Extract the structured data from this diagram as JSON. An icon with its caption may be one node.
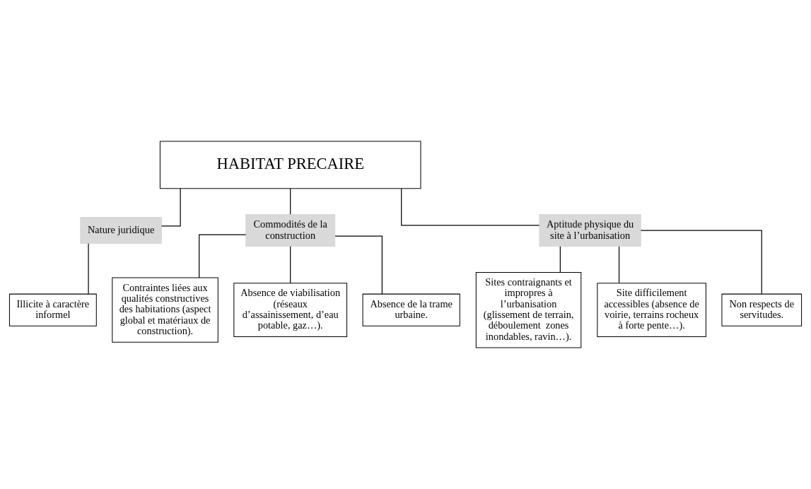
{
  "diagram": {
    "nodes": [
      {
        "text": [
          "HABITAT PRECAIRE"
        ]
      },
      {
        "text": [
          "Nature juridique"
        ]
      },
      {
        "text": [
          "Commodités de la construction"
        ]
      },
      {
        "text": [
          "Aptitude physique du site à l’urbanisation"
        ]
      },
      {
        "text": [
          "Illicite à caractère informel"
        ]
      },
      {
        "text": [
          "Contraintes liées aux qualités constructives des habitations (aspect global et matériaux de construction)."
        ]
      },
      {
        "text": [
          "Absence de viabilisation (réseaux d’assainissement, d’eau potable, gaz…)."
        ]
      },
      {
        "text": [
          "Absence de la trame urbaine."
        ]
      },
      {
        "text": [
          "Sites contraignants et impropres à l’urbanisation (glissement de terrain, déboulement  zones inondables, ravin…)."
        ]
      },
      {
        "text": [
          "Site difficilement accessibles (absence de voirie, terrains rocheux à forte pente…)."
        ]
      },
      {
        "text": [
          "Non respects de servitudes."
        ]
      }
    ],
    "edges": [
      {
        "from": 0,
        "to": 1,
        "arrow": "none"
      },
      {
        "from": 0,
        "to": 2,
        "arrow": "none"
      },
      {
        "from": 0,
        "to": 3,
        "arrow": "none"
      },
      {
        "from": 1,
        "to": 4,
        "arrow": "none"
      },
      {
        "from": 2,
        "to": 5,
        "arrow": "none"
      },
      {
        "from": 2,
        "to": 6,
        "arrow": "none"
      },
      {
        "from": 2,
        "to": 7,
        "arrow": "none"
      },
      {
        "from": 3,
        "to": 8,
        "arrow": "none"
      },
      {
        "from": 3,
        "to": 9,
        "arrow": "none"
      },
      {
        "from": 3,
        "to": 10,
        "arrow": "none"
      }
    ]
  }
}
